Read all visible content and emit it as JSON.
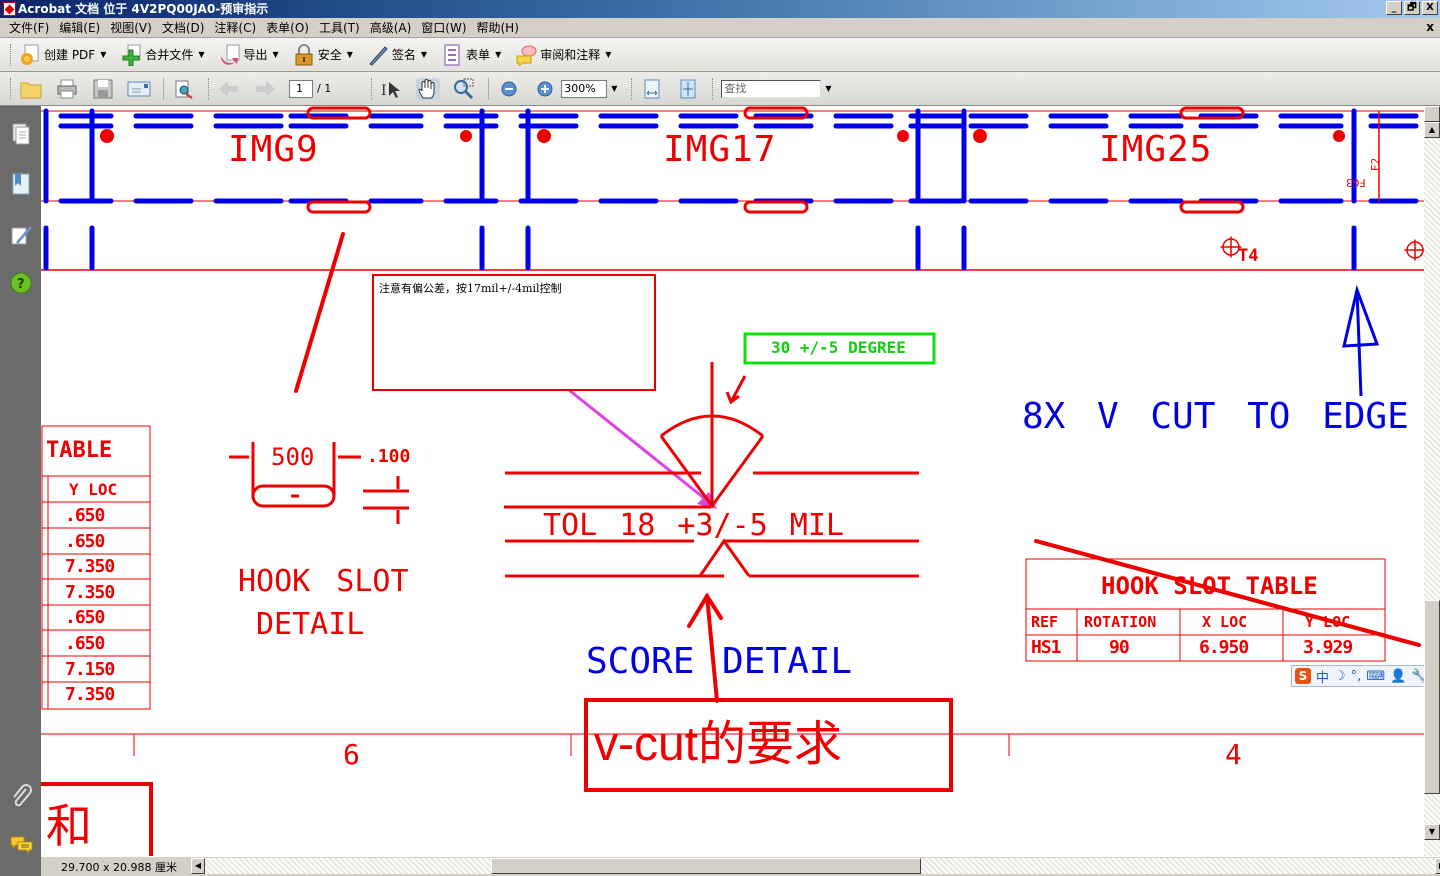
{
  "window": {
    "title": "Acrobat 文档 位于 4V2PQ00JA0-预审指示",
    "buttons": [
      "_",
      "🗗",
      "X"
    ]
  },
  "menubar": {
    "items": [
      "文件(F)",
      "编辑(E)",
      "视图(V)",
      "文档(D)",
      "注释(C)",
      "表单(O)",
      "工具(T)",
      "高级(A)",
      "窗口(W)",
      "帮助(H)"
    ],
    "close": "x"
  },
  "toolbar1": {
    "items": [
      {
        "label": "创建 PDF",
        "icon": "create-pdf-icon"
      },
      {
        "label": "合并文件",
        "icon": "combine-files-icon"
      },
      {
        "label": "导出",
        "icon": "export-icon"
      },
      {
        "label": "安全",
        "icon": "lock-icon"
      },
      {
        "label": "签名",
        "icon": "pen-icon"
      },
      {
        "label": "表单",
        "icon": "form-icon"
      },
      {
        "label": "审阅和注释",
        "icon": "comment-icon"
      }
    ]
  },
  "toolbar2": {
    "page_current": "1",
    "page_total": "/ 1",
    "zoom": "300%",
    "find_placeholder": "查找"
  },
  "sidebar": {
    "items": [
      "pages-icon",
      "bookmarks-icon",
      "signatures-icon",
      "help-icon",
      "attachments-icon",
      "comments-icon"
    ]
  },
  "drawing": {
    "panels": [
      "IMG9",
      "IMG17",
      "IMG25"
    ],
    "side_labels": [
      "T4",
      "FG3",
      "F2"
    ],
    "left_table": {
      "title": "TABLE",
      "column": "Y LOC",
      "values": [
        ".650",
        ".650",
        "7.350",
        "7.350",
        ".650",
        ".650",
        "7.150",
        "7.350"
      ]
    },
    "hook_slot": {
      "dim_width": "500",
      "dim_height": ".100",
      "title_line1": "HOOK SLOT",
      "title_line2": "DETAIL"
    },
    "score": {
      "tolerance": "TOL 18 +3/-5 MIL",
      "title": "SCORE DETAIL",
      "angle_label": "30 +/-5 DEGREE"
    },
    "vcut_label": "8X V CUT TO EDGE",
    "hook_slot_table": {
      "title": "HOOK SLOT TABLE",
      "headers": [
        "REF",
        "ROTATION",
        "X LOC",
        "Y LOC"
      ],
      "rows": [
        [
          "HS1",
          "90",
          "6.950",
          "3.929"
        ]
      ]
    },
    "zone_numbers": [
      "6",
      "4"
    ]
  },
  "annotations": {
    "note_text": "注意有偏公差，按17mil+/-4mil控制",
    "vcut_requirement": "v-cut的要求",
    "partial_text": "和"
  },
  "ime_bar": {
    "items": [
      "S",
      "中",
      "☽",
      "°,",
      "⌨",
      "👤",
      "🔧"
    ]
  },
  "status": {
    "page_size": "29.700 x 20.988 厘米"
  }
}
